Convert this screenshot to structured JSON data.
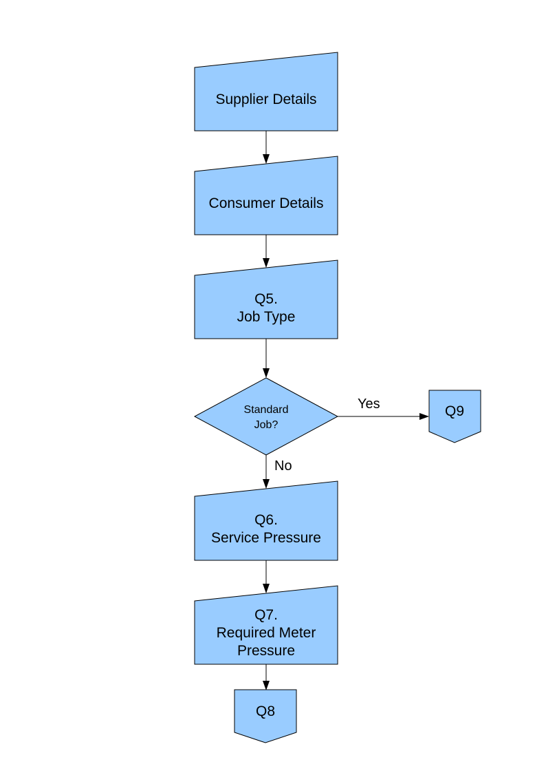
{
  "diagram": {
    "nodes": {
      "supplier_details": [
        "Supplier Details"
      ],
      "consumer_details": [
        "Consumer Details"
      ],
      "job_type": [
        "Q5.",
        "Job Type"
      ],
      "standard_job": [
        "Standard",
        "Job?"
      ],
      "q9": [
        "Q9"
      ],
      "service_pressure": [
        "Q6.",
        "Service Pressure"
      ],
      "meter_pressure": [
        "Q7.",
        "Required Meter",
        "Pressure"
      ],
      "q8": [
        "Q8"
      ]
    },
    "edges": {
      "yes": "Yes",
      "no": "No"
    }
  },
  "colors": {
    "fill": "#99ccff",
    "stroke": "#000000"
  }
}
